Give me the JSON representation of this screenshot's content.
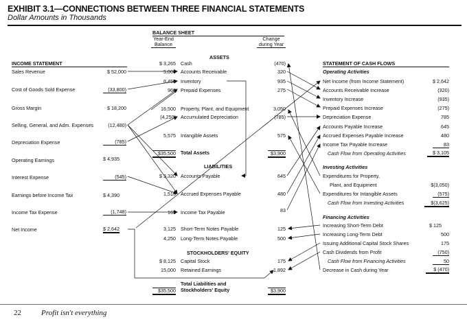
{
  "header": {
    "title": "EXHIBIT 3.1—CONNECTIONS BETWEEN THREE FINANCIAL STATEMENTS",
    "subtitle": "Dollar Amounts in Thousands"
  },
  "balance_sheet": {
    "title": "BALANCE SHEET",
    "col_year_end_1": "Year-End",
    "col_year_end_2": "Balance",
    "col_change_1": "Change",
    "col_change_2": "during Year",
    "assets_heading": "ASSETS",
    "liabilities_heading": "LIABILITIES",
    "equity_heading": "STOCKHOLDERS' EQUITY",
    "assets": [
      {
        "value": "$ 3,265",
        "label": "Cash",
        "change": "(470)"
      },
      {
        "value": "5,000",
        "label": "Accounts Receivable",
        "change": "320"
      },
      {
        "value": "8,450",
        "label": "Inventory",
        "change": "935"
      },
      {
        "value": "960",
        "label": "Prepaid Expenses",
        "change": "275"
      },
      {
        "value": "16,500",
        "label": "Property, Plant, and Equipment",
        "change": "3,050"
      },
      {
        "value": "(4,250)",
        "label": "Accumulated Depreciation",
        "change": "(785)"
      },
      {
        "value": "5,575",
        "label": "Intangible Assets",
        "change": "575"
      }
    ],
    "total_assets": {
      "value": "$35,500",
      "label": "Total Assets",
      "change": "$3,900"
    },
    "liabilities": [
      {
        "value": "$ 3,320",
        "label": "Accounts Payable",
        "change": "645"
      },
      {
        "value": "1,515",
        "label": "Accrued Expenses Payable",
        "change": "480"
      },
      {
        "value": "165",
        "label": "Income Tax Payable",
        "change": "83"
      },
      {
        "value": "3,125",
        "label": "Short-Term Notes Payable",
        "change": "125"
      },
      {
        "value": "4,250",
        "label": "Long-Term Notes Payable",
        "change": "500"
      }
    ],
    "equity": [
      {
        "value": "$ 8,125",
        "label": "Capital Stock",
        "change": "175"
      },
      {
        "value": "15,000",
        "label": "Retained Earnings",
        "change": "1,892"
      }
    ],
    "total_le": {
      "value": "$35,500",
      "label1": "Total Liabilities and",
      "label2": "Stockholders' Equity",
      "change": "$3,900"
    }
  },
  "income_statement": {
    "title": "INCOME STATEMENT",
    "rows": [
      {
        "label": "Sales Revenue",
        "value": "$ 52,000"
      },
      {
        "label": "Cost of Goods Sold Expense",
        "value": "(33,800)"
      },
      {
        "label": "Gross Margin",
        "value": "$ 18,200"
      },
      {
        "label": "Selling, General, and Adm. Expenses",
        "value": "(12,480)"
      },
      {
        "label": "Depreciation Expense",
        "value": "(785)"
      },
      {
        "label": "Operating Earnings",
        "value": "$ 4,935"
      },
      {
        "label": "Interest Expense",
        "value": "(545)"
      },
      {
        "label": "Earnings before Income Tax",
        "value": "$ 4,390"
      },
      {
        "label": "Income Tax Expense",
        "value": "(1,748)"
      },
      {
        "label": "Net Income",
        "value": "$ 2,642"
      }
    ]
  },
  "cash_flows": {
    "title": "STATEMENT OF CASH FLOWS",
    "operating_heading": "Operating Activities",
    "operating": [
      {
        "label": "Net Income (from Income Statement)",
        "value": "$ 2,642"
      },
      {
        "label": "Accounts Receivable Increase",
        "value": "(320)"
      },
      {
        "label": "Inventory Increase",
        "value": "(935)"
      },
      {
        "label": "Prepaid Expenses Increase",
        "value": "(275)"
      },
      {
        "label": "Depreciation Expense",
        "value": "785"
      },
      {
        "label": "Accounts Payable Increase",
        "value": "645"
      },
      {
        "label": "Accrued Expenses Payable Increase",
        "value": "480"
      },
      {
        "label": "Income Tax Payable Increase",
        "value": "83"
      }
    ],
    "operating_total": {
      "label": "Cash Flow from Operating Activities",
      "value": "$ 3,105"
    },
    "investing_heading": "Investing Activities",
    "investing": [
      {
        "label": "Expenditures for Property,",
        "value": ""
      },
      {
        "label": "Plant, and Equipment",
        "value": "$(3,050)"
      },
      {
        "label": "Expenditures for Intangible Assets",
        "value": "(575)"
      }
    ],
    "investing_total": {
      "label": "Cash Flow from Investing Activities",
      "value": "$(3,625)"
    },
    "financing_heading": "Financing Activities",
    "financing": [
      {
        "label": "Increasing Short-Term Debt",
        "value": "$    125"
      },
      {
        "label": "Increasing Long-Term Debt",
        "value": "500"
      },
      {
        "label": "Issuing Additional Capital Stock Shares",
        "value": "175"
      },
      {
        "label": "Cash Dividends from Profit",
        "value": "(750)"
      }
    ],
    "financing_total": {
      "label": "Cash Flow from Financing Activities",
      "value": "50"
    },
    "decrease": {
      "label": "Decrease in Cash during Year",
      "value": "$ (470)"
    }
  },
  "footer": {
    "page_number": "22",
    "book_title": "Profit isn't everything"
  }
}
